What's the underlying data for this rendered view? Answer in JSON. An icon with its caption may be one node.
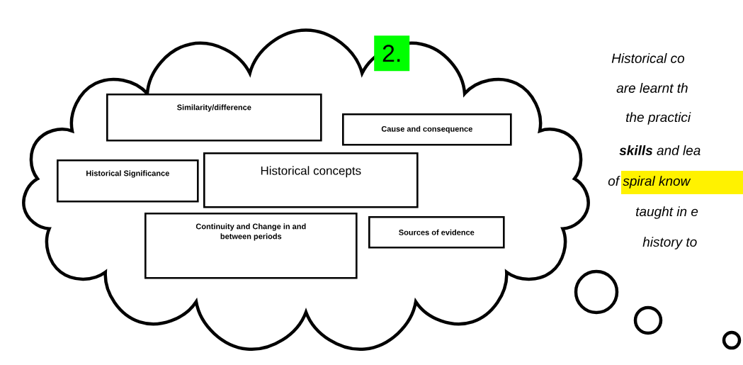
{
  "diagram": {
    "nodes": [
      {
        "text": [],
        "shape": "cloud"
      },
      {
        "text": [
          "2."
        ],
        "in": 0
      },
      {
        "text": [
          "Similarity/difference"
        ],
        "in": 0
      },
      {
        "text": [
          "Cause and consequence"
        ],
        "in": 0
      },
      {
        "text": [
          "Historical Significance"
        ],
        "in": 0
      },
      {
        "text": [
          "Historical concepts"
        ],
        "in": 0
      },
      {
        "text": [
          "Continuity and Change in and between periods"
        ],
        "in": 0
      },
      {
        "text": [
          "Sources of evidence"
        ],
        "in": 0
      }
    ],
    "labels": [
      "Historical co",
      "are learnt th",
      "the practici",
      "**skills** and lea",
      "of spiral know",
      "taught in e",
      "history to"
    ]
  }
}
